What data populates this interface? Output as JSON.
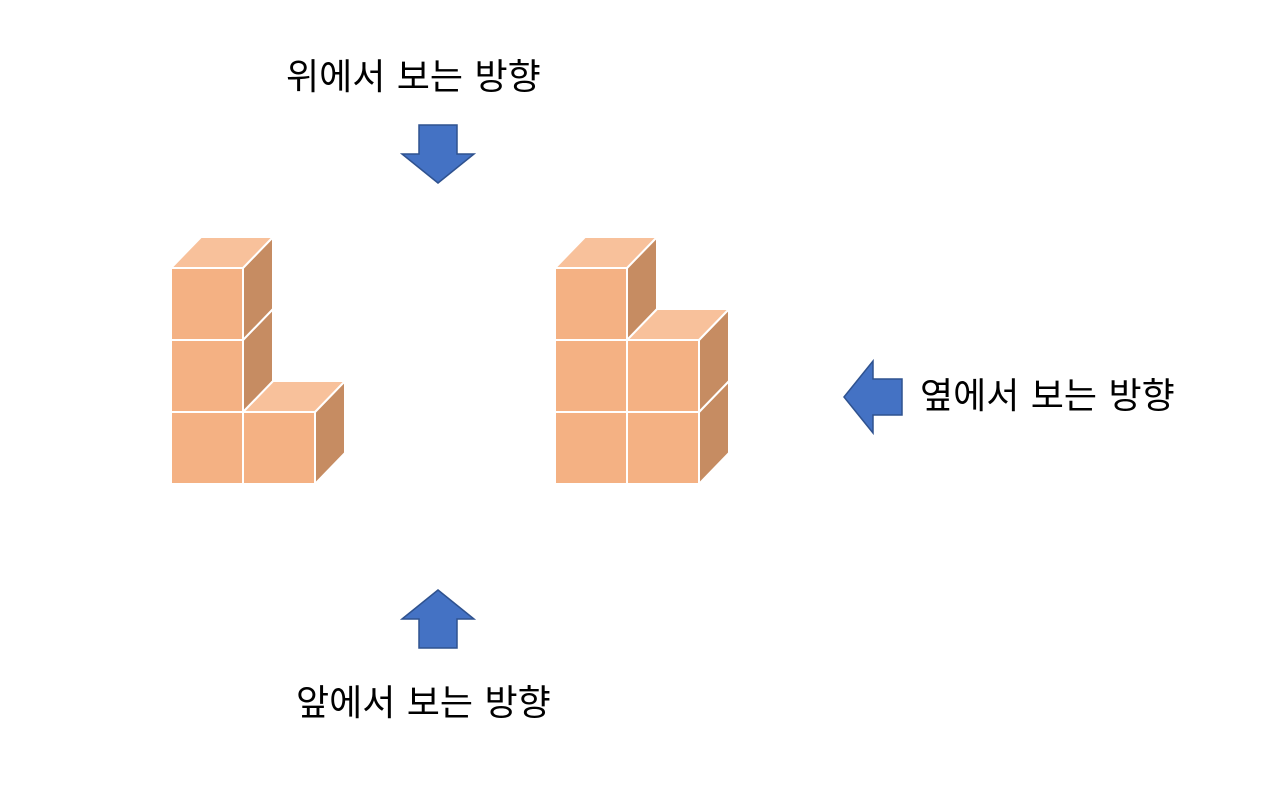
{
  "labels": {
    "top_view": "위에서 보는 방향",
    "side_view": "옆에서 보는 방향",
    "front_view": "앞에서 보는 방향"
  },
  "colors": {
    "arrow_fill": "#4472c4",
    "arrow_stroke": "#2f528f",
    "cube_front": "#f4b183",
    "cube_top": "#f8c19b",
    "cube_side": "#c68c62",
    "cube_edge": "#ffffff"
  },
  "icons": {
    "top_arrow": "arrow-down-icon",
    "side_arrow": "arrow-left-icon",
    "front_arrow": "arrow-up-icon"
  },
  "structures": {
    "left": {
      "columns": [
        3,
        1
      ]
    },
    "right": {
      "columns": [
        3,
        2
      ]
    }
  }
}
